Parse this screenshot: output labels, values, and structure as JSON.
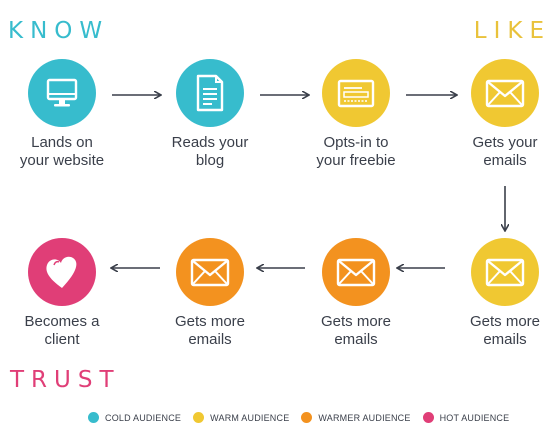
{
  "stages": {
    "know": "KNOW",
    "like": "LIKE",
    "trust": "TRUST"
  },
  "colors": {
    "cold": "#37bccd",
    "warm": "#f0c832",
    "warmer": "#f3921f",
    "hot": "#e03e77"
  },
  "nodes": [
    {
      "id": "lands",
      "label_line1": "Lands on",
      "label_line2": "your website",
      "icon": "monitor-icon",
      "tier": "cold"
    },
    {
      "id": "reads",
      "label_line1": "Reads your",
      "label_line2": "blog",
      "icon": "document-icon",
      "tier": "cold"
    },
    {
      "id": "optin",
      "label_line1": "Opts-in to",
      "label_line2": "your freebie",
      "icon": "form-icon",
      "tier": "warm"
    },
    {
      "id": "emails1",
      "label_line1": "Gets your",
      "label_line2": "emails",
      "icon": "envelope-icon",
      "tier": "warm"
    },
    {
      "id": "emails2",
      "label_line1": "Gets more",
      "label_line2": "emails",
      "icon": "envelope-icon",
      "tier": "warm"
    },
    {
      "id": "emails3",
      "label_line1": "Gets more",
      "label_line2": "emails",
      "icon": "envelope-icon",
      "tier": "warmer"
    },
    {
      "id": "emails4",
      "label_line1": "Gets more",
      "label_line2": "emails",
      "icon": "envelope-icon",
      "tier": "warmer"
    },
    {
      "id": "client",
      "label_line1": "Becomes a",
      "label_line2": "client",
      "icon": "heart-icon",
      "tier": "hot"
    }
  ],
  "legend": [
    {
      "label": "COLD AUDIENCE",
      "tier": "cold"
    },
    {
      "label": "WARM AUDIENCE",
      "tier": "warm"
    },
    {
      "label": "WARMER AUDIENCE",
      "tier": "warmer"
    },
    {
      "label": "HOT AUDIENCE",
      "tier": "hot"
    }
  ]
}
